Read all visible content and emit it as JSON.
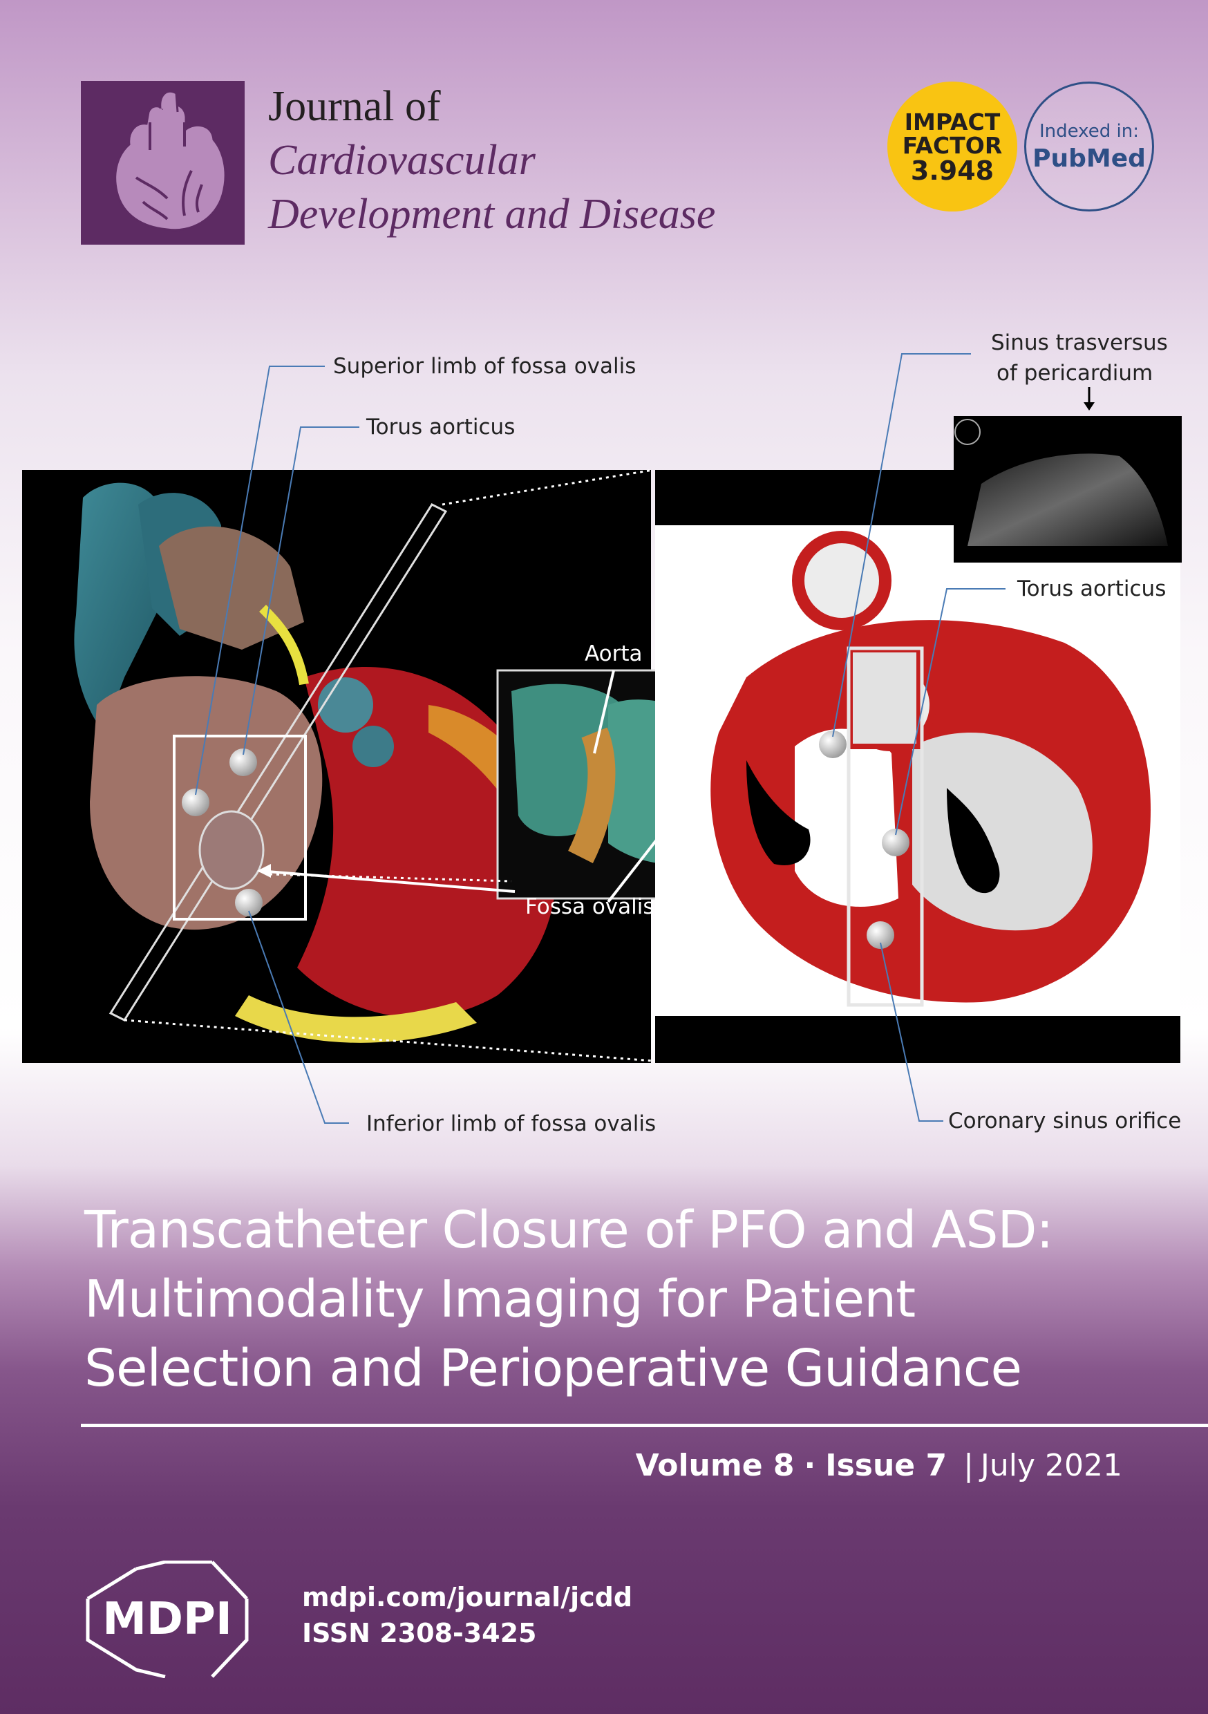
{
  "journal": {
    "line1": "Journal of",
    "line2": "Cardiovascular",
    "line3": "Development and Disease"
  },
  "impact_factor": {
    "line1": "IMPACT",
    "line2": "FACTOR",
    "value": "3.948",
    "color": "#f9c412"
  },
  "indexed": {
    "line1": "Indexed in:",
    "line2": "PubMed"
  },
  "figure": {
    "labels": {
      "superior_limb": "Superior limb of fossa ovalis",
      "torus_left": "Torus aorticus",
      "inferior_limb": "Inferior limb of fossa ovalis",
      "aorta": "Aorta",
      "fossa_ovalis": "Fossa ovalis",
      "sinus_line1": "Sinus trasversus",
      "sinus_line2": "of pericardium",
      "torus_right": "Torus aorticus",
      "coronary_sinus": "Coronary sinus orifice"
    }
  },
  "article_title": {
    "line1": "Transcatheter Closure of PFO and ASD:",
    "line2": "Multimodality Imaging for Patient",
    "line3": "Selection and Perioperative Guidance"
  },
  "issue": {
    "volume": "Volume 8",
    "dot": "·",
    "issue": "Issue 7",
    "divider": "|",
    "date": "July 2021"
  },
  "publisher": {
    "logo_text": "MDPI",
    "url": "mdpi.com/journal/jcdd",
    "issn": "ISSN 2308-3425"
  },
  "colors": {
    "brand_purple": "#5d2b63",
    "pubmed_blue": "#2e4f86"
  }
}
